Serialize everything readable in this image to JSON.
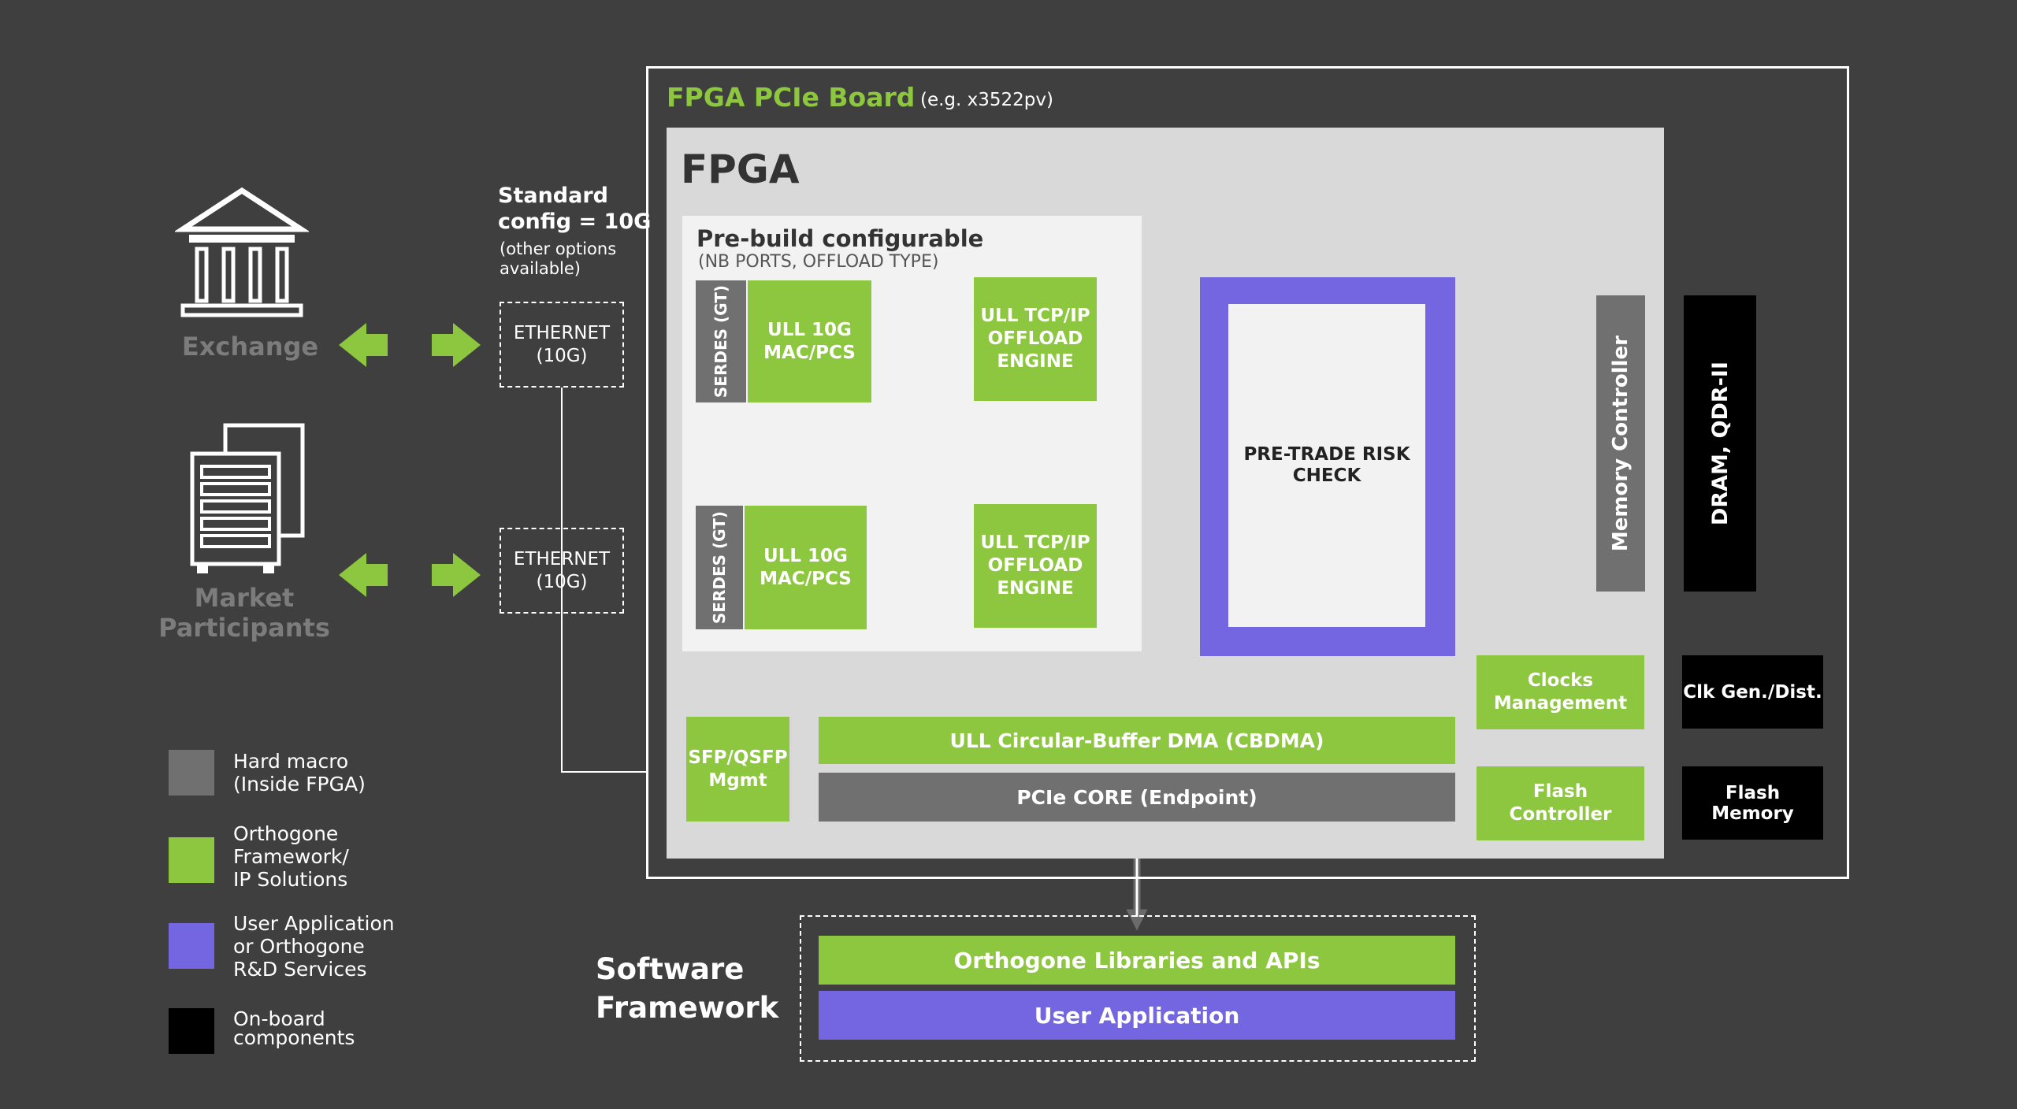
{
  "colors": {
    "background": "#3f3f3f",
    "green": "#8dc63f",
    "purple": "#7366e0",
    "hard_macro_gray": "#707070",
    "onboard_black": "#000000",
    "fpga_bg": "#d9d9d9",
    "prebuild_bg": "#f2f2f2"
  },
  "left": {
    "exchange": {
      "icon": "bank-building-icon",
      "label": "Exchange"
    },
    "market": {
      "icon": "server-racks-icon",
      "label": "Market\nParticipants"
    },
    "standard_config": {
      "title": "Standard\nconfig = 10G",
      "note": "(other options\navailable)"
    },
    "ethernet_top": "ETHERNET\n(10G)",
    "ethernet_bottom": "ETHERNET\n(10G)"
  },
  "board": {
    "title": "FPGA PCIe Board",
    "subtitle": "(e.g. x3522pv)",
    "fpga_title": "FPGA",
    "prebuild": {
      "title": "Pre-build configurable",
      "subtitle": "(NB PORTS, OFFLOAD TYPE)",
      "serdes_top": "SERDES (GT)",
      "mac_top": "ULL 10G\nMAC/PCS",
      "tcp_top": "ULL TCP/IP\nOFFLOAD\nENGINE",
      "serdes_bottom": "SERDES (GT)",
      "mac_bottom": "ULL 10G\nMAC/PCS",
      "tcp_bottom": "ULL TCP/IP\nOFFLOAD\nENGINE"
    },
    "risk_check": "PRE-TRADE RISK\nCHECK",
    "memory_controller": "Memory Controller",
    "clocks": "Clocks\nManagement",
    "flash_controller": "Flash\nController",
    "sfp": "SFP/QSFP\nMgmt",
    "cbdma": "ULL Circular-Buffer DMA (CBDMA)",
    "pcie_core": "PCIe CORE (Endpoint)"
  },
  "onboard": {
    "dram": "DRAM, QDR-II",
    "clk": "Clk Gen./Dist.",
    "flash": "Flash Memory"
  },
  "software": {
    "title": "Software\nFramework",
    "libraries": "Orthogone Libraries and APIs",
    "user_app": "User Application"
  },
  "legend": [
    {
      "color": "#707070",
      "label": "Hard macro\n(Inside FPGA)"
    },
    {
      "color": "#8dc63f",
      "label": "Orthogone\nFramework/\nIP Solutions"
    },
    {
      "color": "#7366e0",
      "label": "User Application\nor Orthogone\nR&D Services"
    },
    {
      "color": "#000000",
      "label": "On-board\ncomponents"
    }
  ]
}
